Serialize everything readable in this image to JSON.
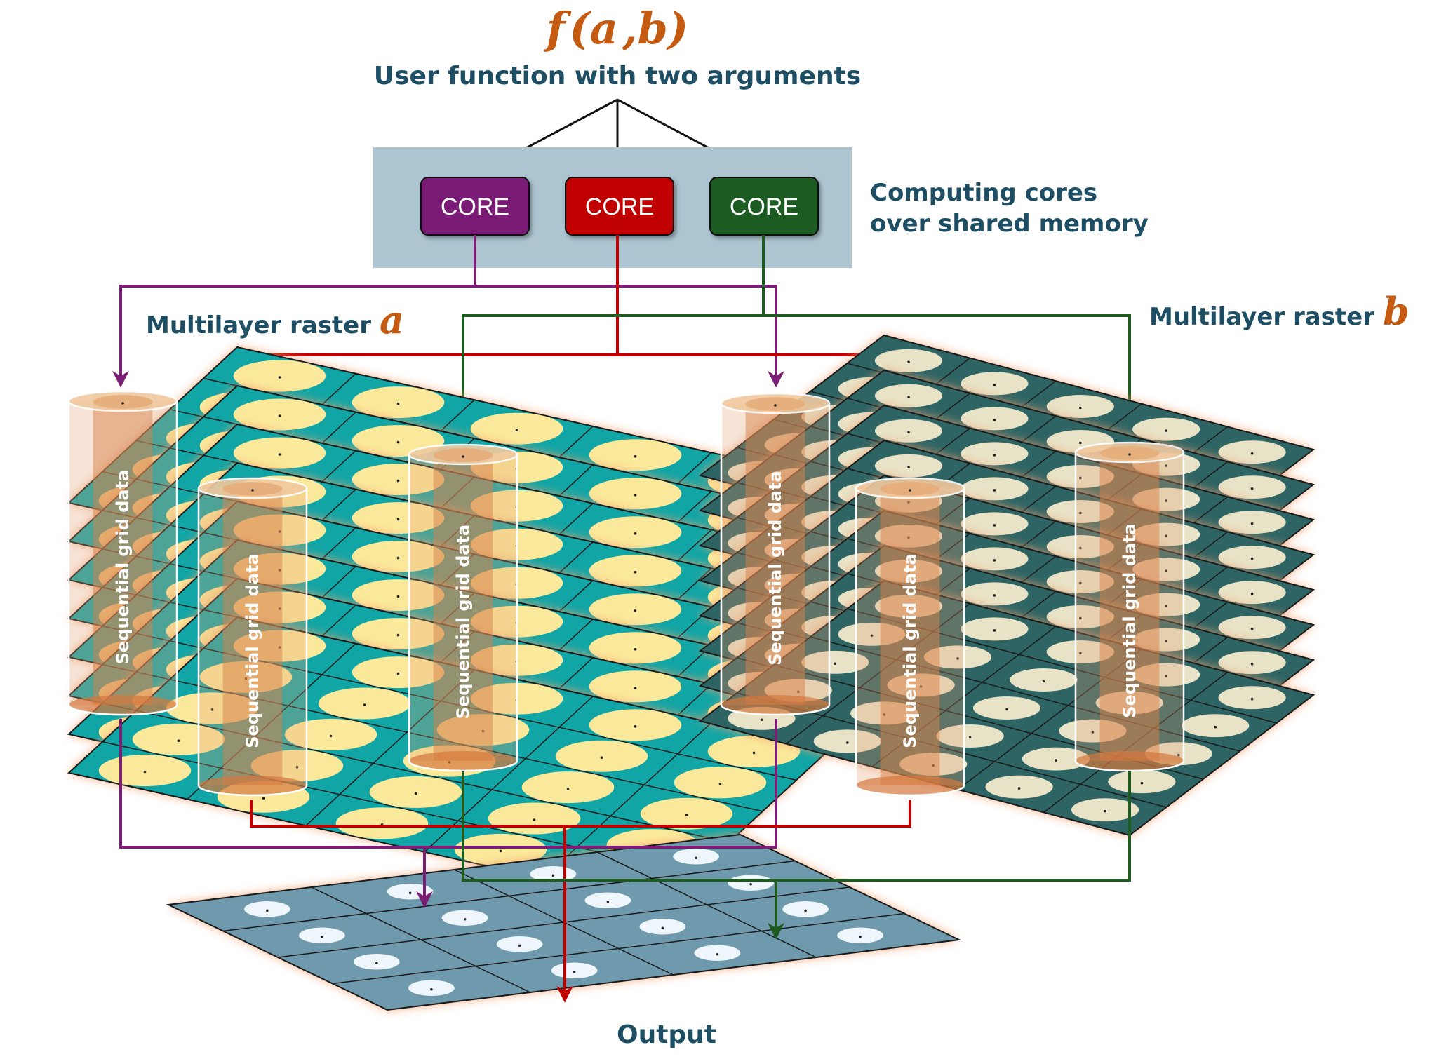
{
  "formula": {
    "func": "f",
    "open_paren": "(",
    "arg_a": "a",
    "comma": ",",
    "arg_b": "b",
    "close_paren": ")"
  },
  "subtitle": "User function with two arguments",
  "cores": [
    {
      "label": "CORE",
      "color": "#7a1f74"
    },
    {
      "label": "CORE",
      "color": "#c00000"
    },
    {
      "label": "CORE",
      "color": "#1e5b20"
    }
  ],
  "shared_memory": {
    "line1": "Computing cores",
    "line2": "over shared memory",
    "color": "#adc5d1"
  },
  "raster_a": {
    "label": "Multilayer raster",
    "var": "a",
    "layer_color": "#12a5a5",
    "cell_color": "#fbe99b",
    "layers": 8
  },
  "raster_b": {
    "label": "Multilayer raster",
    "var": "b",
    "layer_color": "#2e6464",
    "cell_color": "#e8e2c6",
    "layers": 8
  },
  "output": {
    "label": "Output",
    "layer_color": "#6f99ad",
    "cell_color": "#eef6fb"
  },
  "cylinder_label": "Sequential  grid  data",
  "colors": {
    "title": "#1d4e63",
    "accent": "#c55a11",
    "glow": "#f2a271",
    "cylinder_fill": "#d4783d",
    "purple": "#7a1f74",
    "red": "#c00000",
    "green": "#1e5b20"
  }
}
